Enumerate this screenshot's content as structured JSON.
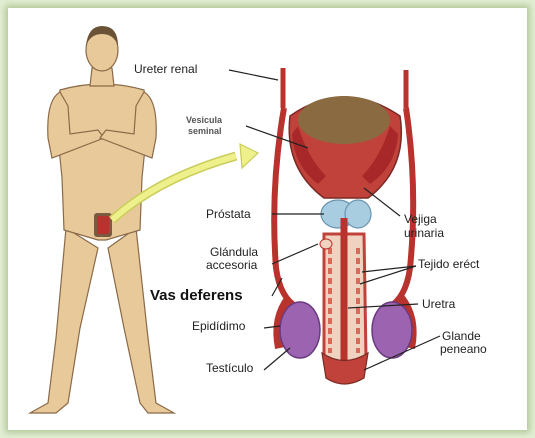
{
  "labels": {
    "ureter": "Ureter renal",
    "vesicula_line1": "Vesicula",
    "vesicula_line2": "seminal",
    "prostata": "Próstata",
    "glandula_line1": "Glándula",
    "glandula_line2": "accesoria",
    "vas_deferens": "Vas deferens",
    "epididimo": "Epidídimo",
    "testiculo": "Testículo",
    "vejiga_line1": "Vejiga",
    "vejiga_line2": "urinaria",
    "tejido": "Tejido eréct",
    "uretra": "Uretra",
    "glande_line1": "Glande",
    "glande_line2": "peneano"
  },
  "colors": {
    "background": "#e3efd4",
    "skin": "#e8c99a",
    "organ_red": "#b8322e",
    "hair": "#8a6a40",
    "testis": "#9b63b0",
    "prostate": "#a8cde0",
    "arrow": "#e8ec7c"
  }
}
